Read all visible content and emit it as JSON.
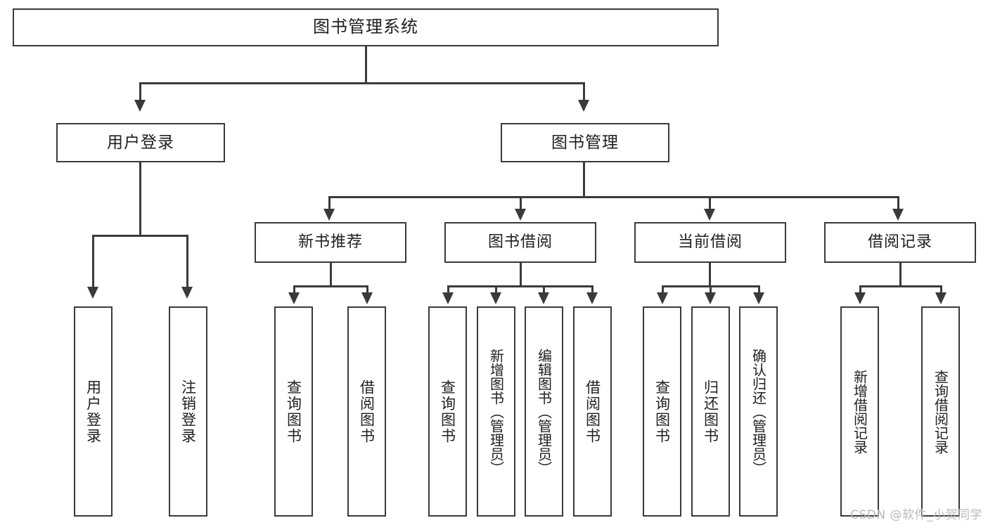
{
  "diagram": {
    "title": "图书管理系统",
    "type": "tree",
    "root": {
      "label": "图书管理系统"
    },
    "level2": [
      {
        "label": "用户登录"
      },
      {
        "label": "图书管理"
      }
    ],
    "level3": [
      {
        "label": "新书推荐"
      },
      {
        "label": "图书借阅"
      },
      {
        "label": "当前借阅"
      },
      {
        "label": "借阅记录"
      }
    ],
    "leaves": {
      "user_login": [
        {
          "label": "用户登录"
        },
        {
          "label": "注销登录"
        }
      ],
      "new_book_recommend": [
        {
          "label": "查询图书"
        },
        {
          "label": "借阅图书"
        }
      ],
      "book_borrow": [
        {
          "label": "查询图书"
        },
        {
          "label": "新增图书（管理员）"
        },
        {
          "label": "编辑图书（管理员）"
        },
        {
          "label": "借阅图书"
        }
      ],
      "current_borrow": [
        {
          "label": "查询图书"
        },
        {
          "label": "归还图书"
        },
        {
          "label": "确认归还（管理员）"
        }
      ],
      "borrow_record": [
        {
          "label": "新增借阅记录"
        },
        {
          "label": "查询借阅记录"
        }
      ]
    }
  },
  "watermark": {
    "text": "CSDN @软件_小贺同学"
  },
  "colors": {
    "box_border": "#3a3a3a",
    "background": "#ffffff",
    "text": "#1f1f1f",
    "watermark": "#b9b9b9"
  }
}
